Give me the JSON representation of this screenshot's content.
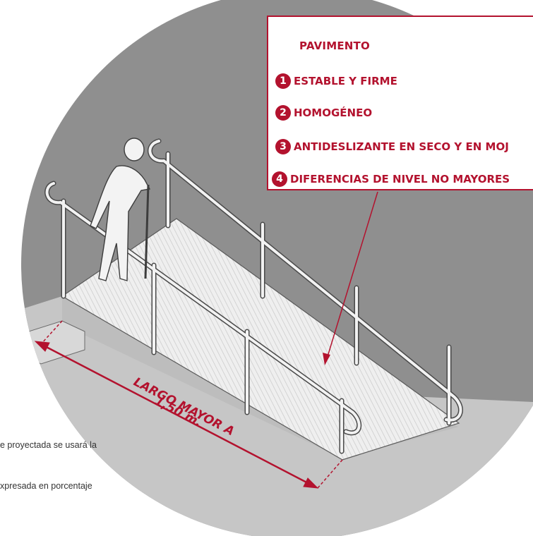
{
  "callout": {
    "title": "PAVIMENTO",
    "items": [
      {
        "number": "1",
        "label": "ESTABLE Y FIRME"
      },
      {
        "number": "2",
        "label": "HOMOGÉNEO"
      },
      {
        "number": "3",
        "label": "ANTIDESLIZANTE EN SECO Y EN MOJ"
      },
      {
        "number": "4",
        "label": "DIFERENCIAS DE NIVEL NO MAYORES"
      }
    ]
  },
  "dimension_label": {
    "line1": "LARGO MAYOR A",
    "line2": "1,50 m."
  },
  "text_fragments": {
    "line1": "e proyectada se usará la",
    "line2": "xpresada en porcentaje"
  },
  "colors": {
    "accent": "#b3122e",
    "wall": "#8f8f8f",
    "floor": "#c9c9c9",
    "ramp": "#ededed"
  }
}
